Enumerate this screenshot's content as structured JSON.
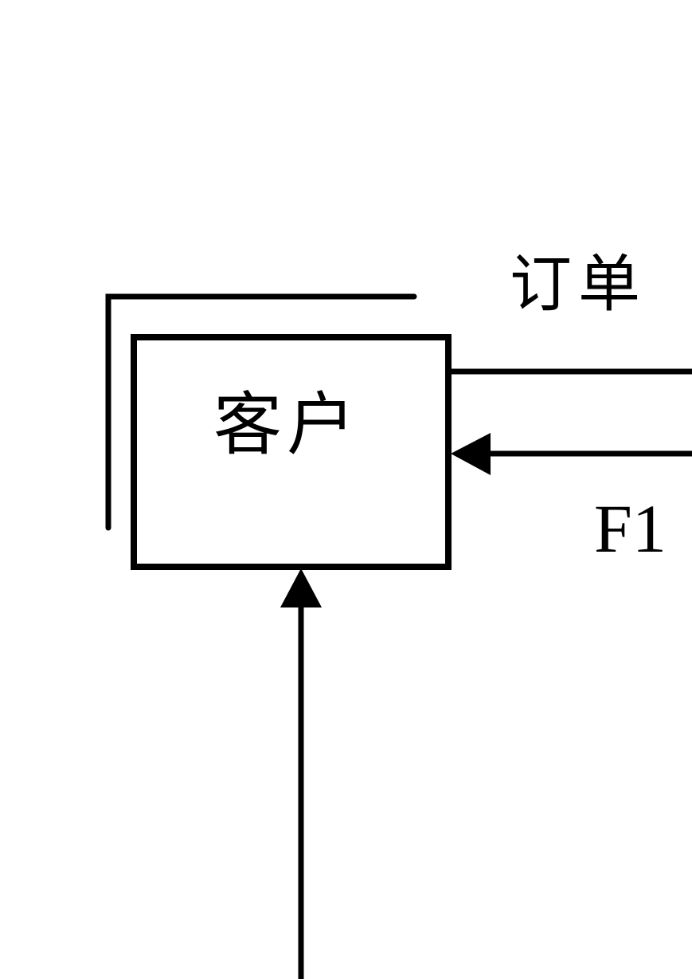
{
  "diagram": {
    "entity_label": "客户",
    "flow_top_label": "订单",
    "flow_bottom_label": "F1"
  },
  "colors": {
    "stroke": "#000000",
    "background": "#ffffff"
  }
}
